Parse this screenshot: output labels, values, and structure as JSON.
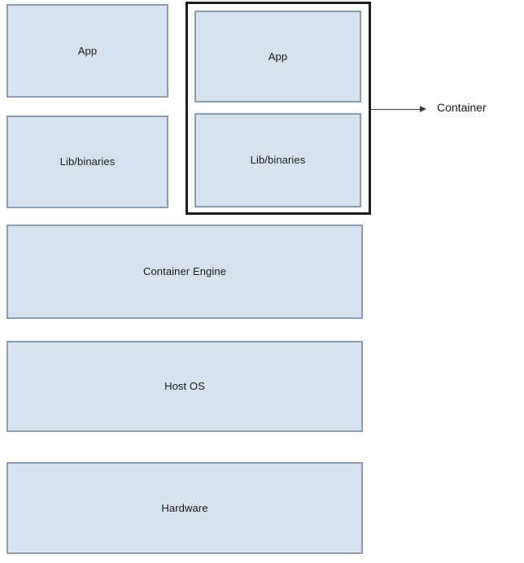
{
  "diagram": {
    "type": "container-architecture-stack",
    "background_color": "#ffffff",
    "box_fill_color": "#d6e2f0",
    "box_border_color": "#8a9cad",
    "container_outline_color": "#1d1d1d",
    "text_color": "#1a1a1a",
    "callout_color": "#3d3d3d"
  },
  "left_stack": {
    "app": {
      "label": "App"
    },
    "lib": {
      "label": "Lib/binaries"
    }
  },
  "container": {
    "app": {
      "label": "App"
    },
    "lib": {
      "label": "Lib/binaries"
    }
  },
  "platform": {
    "engine": {
      "label": "Container Engine"
    },
    "host_os": {
      "label": "Host OS"
    },
    "hardware": {
      "label": "Hardware"
    }
  },
  "callout": {
    "label": "Container"
  }
}
